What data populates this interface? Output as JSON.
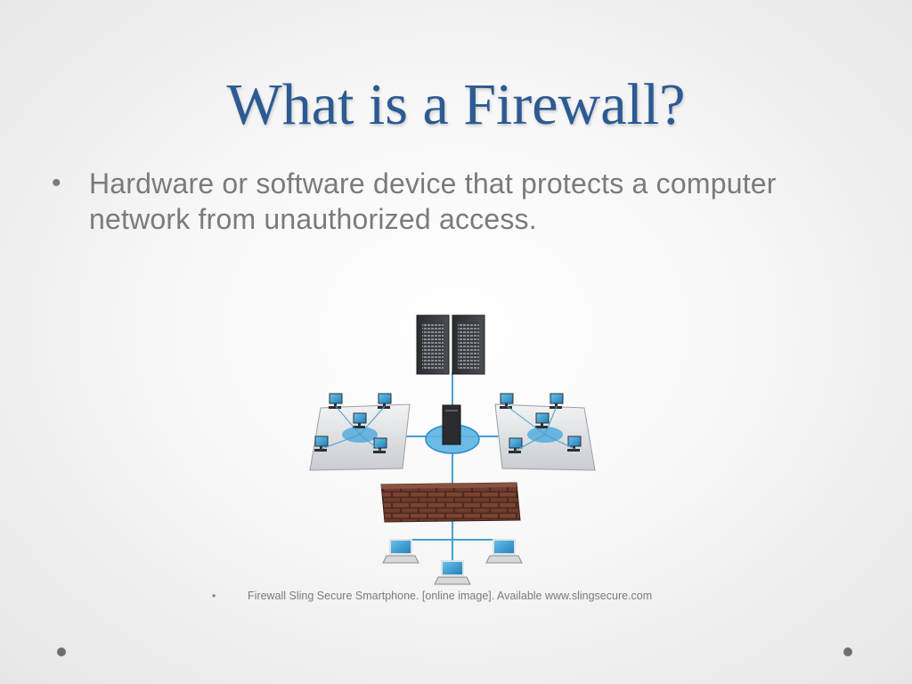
{
  "slide": {
    "title": "What is a Firewall?",
    "bullets": [
      {
        "marker": "•",
        "text": "Hardware or software device that protects a computer network from unauthorized access."
      }
    ],
    "caption": {
      "marker": "•",
      "text": "Firewall Sling Secure Smartphone. [online image]. Available www.slingsecure.com"
    }
  },
  "colors": {
    "title": "#2c5a93",
    "body_text": "#7b7b7b",
    "network_line": "#4a9fd1",
    "monitor_screen": "#3a9fd3",
    "brick": "#6b3a2a"
  },
  "figure": {
    "icons": [
      "server-rack-icon",
      "router-icon",
      "firewall-wall-icon",
      "workstation-icon",
      "laptop-icon"
    ]
  }
}
